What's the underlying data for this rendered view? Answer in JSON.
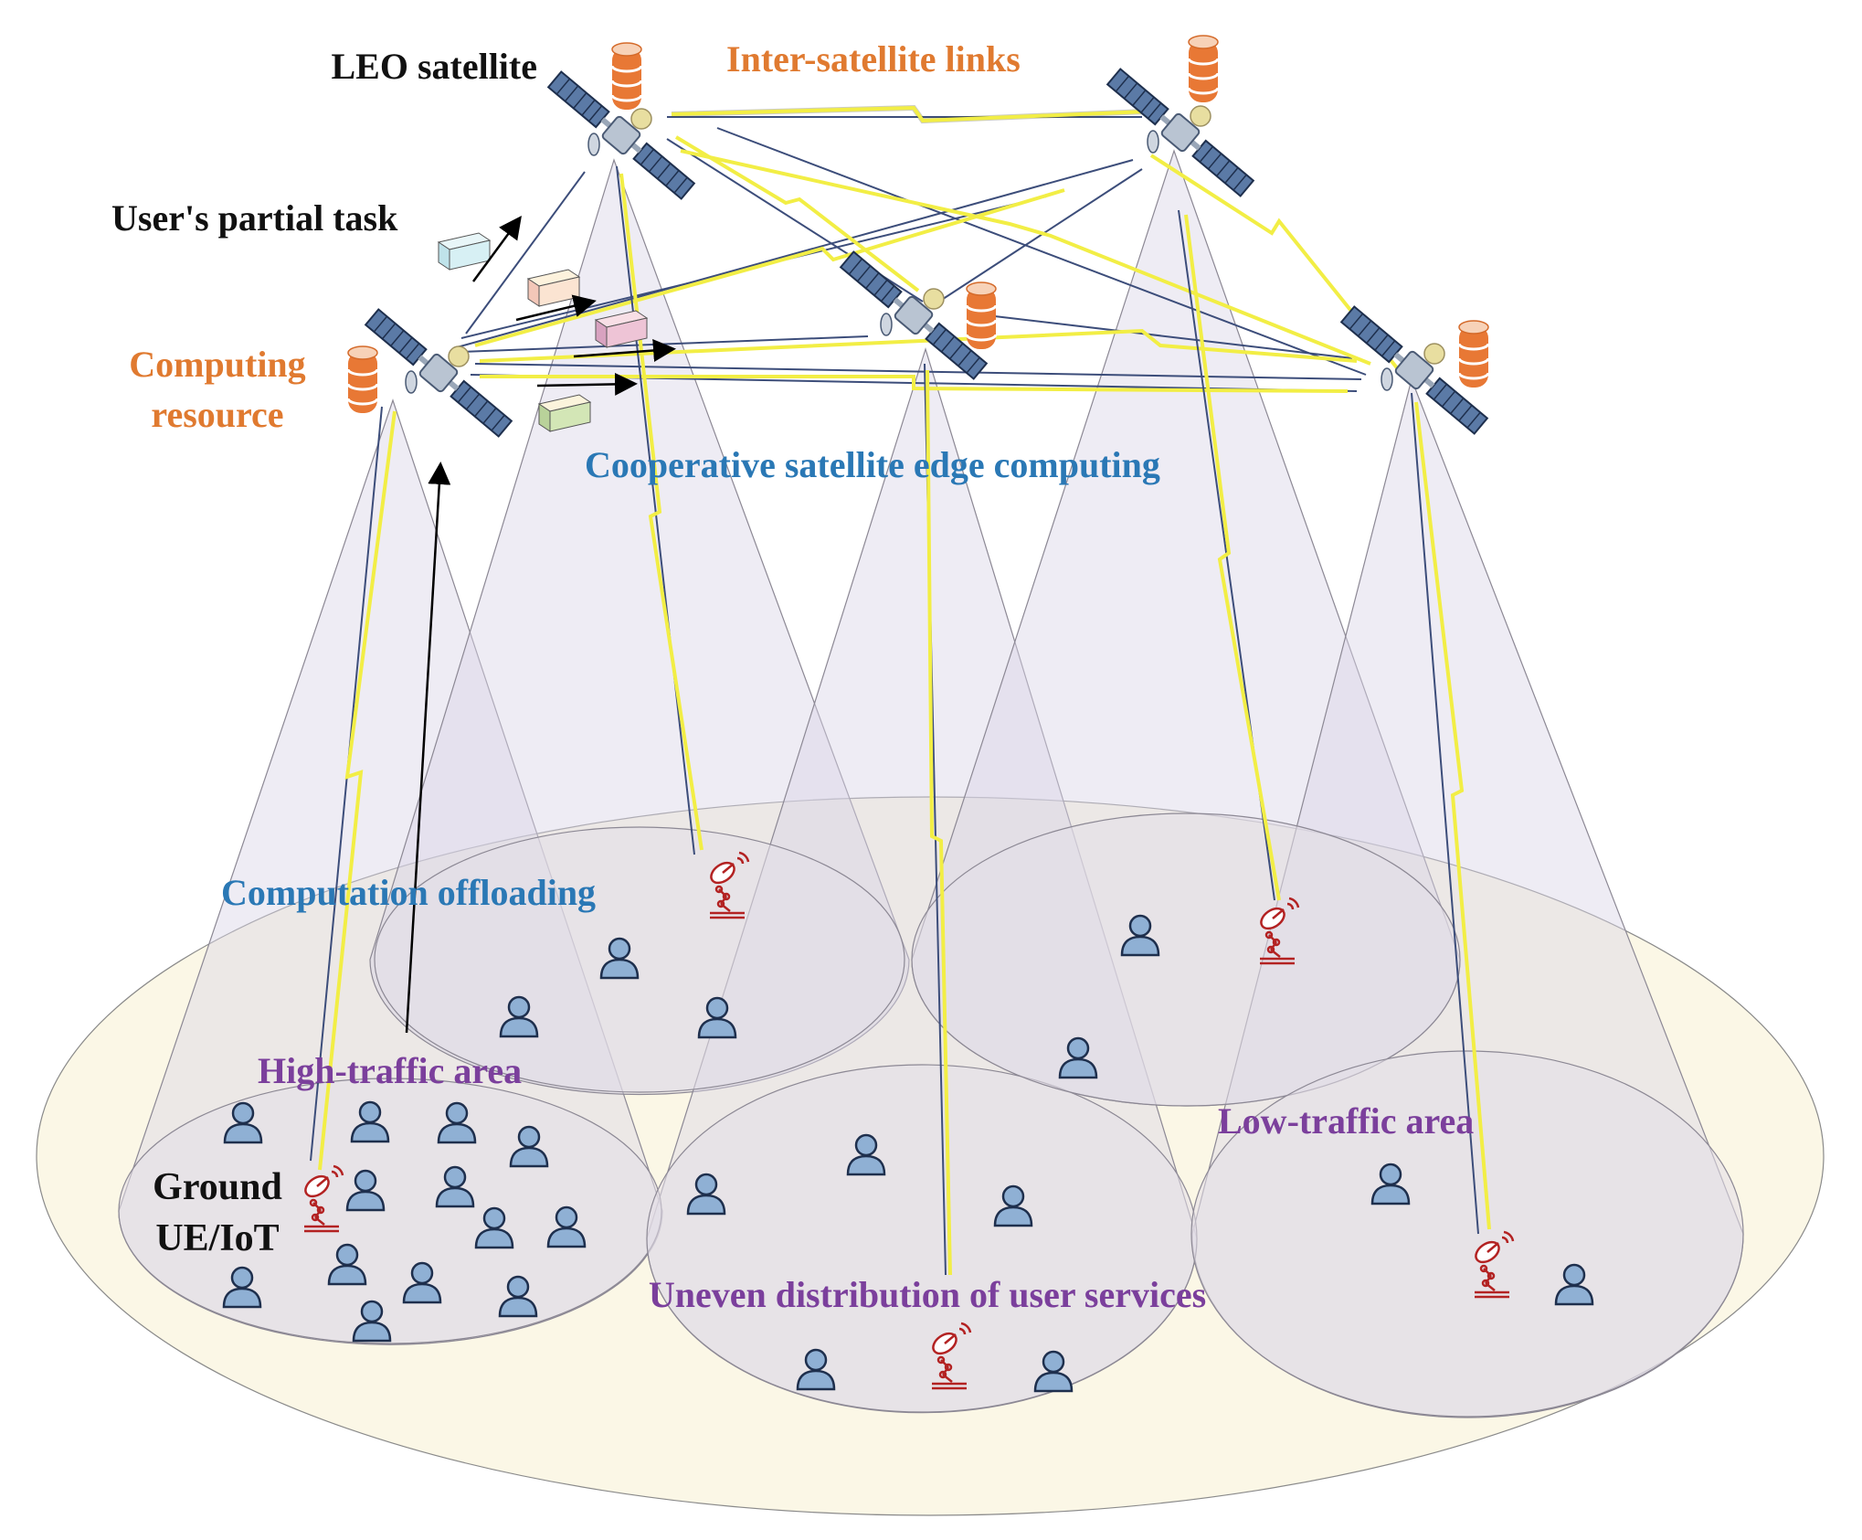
{
  "labels": {
    "leo_satellite": "LEO satellite",
    "inter_satellite_links": "Inter-satellite links",
    "users_partial_task": "User's partial task",
    "computing_resource_line1": "Computing",
    "computing_resource_line2": "resource",
    "cooperative_sec": "Cooperative satellite edge computing",
    "computation_offloading": "Computation offloading",
    "high_traffic_area": "High-traffic area",
    "low_traffic_area": "Low-traffic area",
    "ground_ue_line1": "Ground",
    "ground_ue_line2": "UE/IoT",
    "uneven_distribution": "Uneven distribution of user services"
  },
  "colors": {
    "black_text": "#111111",
    "orange_text": "#e07a30",
    "blue_text": "#2a78b5",
    "purple_text": "#7b3f9c",
    "ground_fill": "#fbf7e6",
    "beam_fill": "#d9d4e6",
    "laser_link": "#f2ee45",
    "rf_link": "#3c4d7a",
    "user_icon": "#8fb0d4",
    "antenna": "#b32222"
  },
  "icons": {
    "satellite": "satellite-icon",
    "server": "server-stack-icon",
    "ground_user": "user-icon",
    "ground_station": "satellite-dish-icon",
    "task": "task-block-icon",
    "arrow": "arrow-icon"
  }
}
